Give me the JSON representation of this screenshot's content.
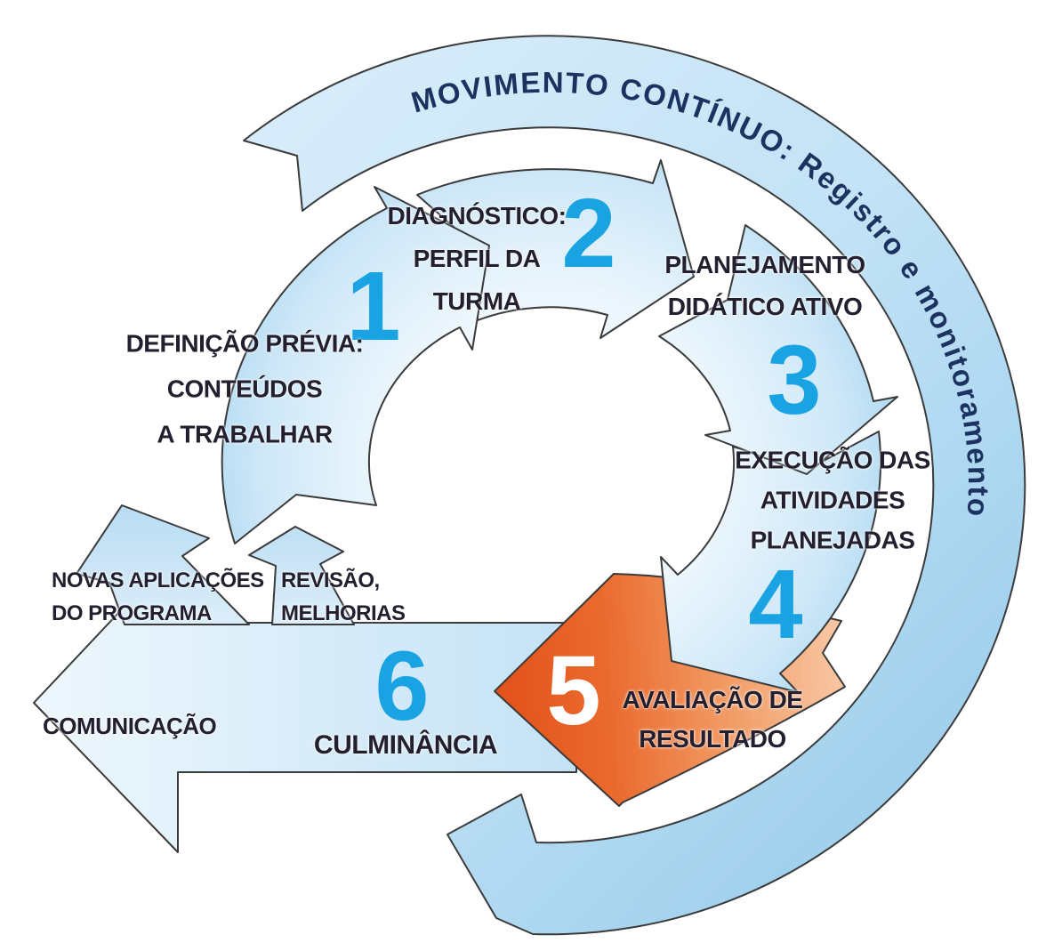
{
  "arc_title": "MOVIMENTO CONTÍNUO: Registro e monitoramento",
  "steps": [
    {
      "number": "1",
      "lines": [
        "DEFINIÇÃO PRÉVIA:",
        "CONTEÚDOS",
        "A TRABALHAR"
      ]
    },
    {
      "number": "2",
      "lines": [
        "DIAGNÓSTICO:",
        "PERFIL DA",
        "TURMA"
      ]
    },
    {
      "number": "3",
      "lines": [
        "PLANEJAMENTO",
        "DIDÁTICO ATIVO"
      ]
    },
    {
      "number": "4",
      "lines": [
        "EXECUÇÃO DAS",
        "ATIVIDADES",
        "PLANEJADAS"
      ]
    },
    {
      "number": "5",
      "lines": [
        "AVALIAÇÃO DE",
        "RESULTADO"
      ]
    },
    {
      "number": "6",
      "lines": [
        "CULMINÂNCIA"
      ]
    }
  ],
  "side_labels": {
    "novas_aplicacoes": {
      "lines": [
        "NOVAS APLICAÇÕES",
        "DO PROGRAMA"
      ]
    },
    "revisao": {
      "lines": [
        "REVISÃO,",
        "MELHORIAS"
      ]
    },
    "comunicacao": "COMUNICAÇÃO"
  },
  "colors": {
    "number_blue": "#1aa3e3",
    "label_dark": "#231f2e",
    "arc_text_navy": "#1c3260",
    "arrow_blue_light": "#eaf6fd",
    "arrow_blue_deep": "#a3d3f0",
    "orange_dark": "#e2511a",
    "orange_light": "#f8c8a6",
    "outline": "#3b3b3b"
  }
}
